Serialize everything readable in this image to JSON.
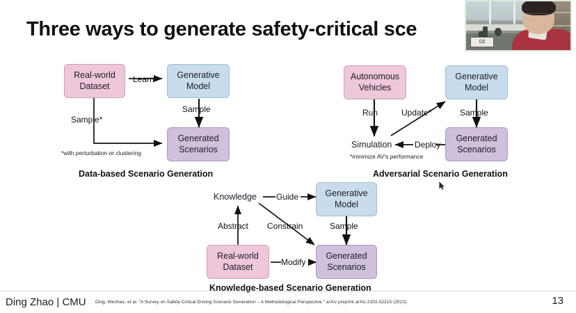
{
  "slide": {
    "title": "Three ways to generate safety-critical sce",
    "page_number": "13",
    "author": "Ding Zhao | CMU",
    "citation": "Ding, Wenhao, et al. \"A Survey on Safety-Critical Driving Scenario Generation – A Methodological Perspective.\" arXiv preprint arXiv:2202.02215 (2022).",
    "colors": {
      "pink": "#eec8da",
      "blue": "#c8dcec",
      "purple": "#cfc0dc",
      "background": "#ffffff"
    }
  },
  "webcam": {
    "name_badge": "DZ"
  },
  "diagrams": [
    {
      "id": "data-based",
      "caption": "Data-based Scenario Generation",
      "nodes": [
        {
          "id": "dataset",
          "label_line1": "Real-world",
          "label_line2": "Dataset",
          "color": "pink"
        },
        {
          "id": "model",
          "label_line1": "Generative",
          "label_line2": "Model",
          "color": "blue"
        },
        {
          "id": "scenarios",
          "label_line1": "Generated",
          "label_line2": "Scenarios",
          "color": "purple"
        }
      ],
      "edges": [
        {
          "id": "learn",
          "label": "Learn",
          "from": "dataset",
          "to": "model"
        },
        {
          "id": "sample",
          "label": "Sample",
          "from": "model",
          "to": "scenarios"
        },
        {
          "id": "sample-star",
          "label": "Sample*",
          "from": "dataset",
          "to": "scenarios"
        }
      ],
      "footnote": "*with perturbation or clustering"
    },
    {
      "id": "adversarial",
      "caption": "Adversarial Scenario Generation",
      "nodes": [
        {
          "id": "av",
          "label_line1": "Autonomous",
          "label_line2": "Vehicles",
          "color": "pink"
        },
        {
          "id": "model",
          "label_line1": "Generative",
          "label_line2": "Model",
          "color": "blue"
        },
        {
          "id": "scenarios",
          "label_line1": "Generated",
          "label_line2": "Scenarios",
          "color": "purple"
        },
        {
          "id": "simulation",
          "label_line1": "Simulation",
          "label_line2": "",
          "color": "none"
        }
      ],
      "edges": [
        {
          "id": "run",
          "label": "Run",
          "from": "av",
          "to": "simulation"
        },
        {
          "id": "update",
          "label": "Update*",
          "from": "simulation",
          "to": "model"
        },
        {
          "id": "sample",
          "label": "Sample",
          "from": "model",
          "to": "scenarios"
        },
        {
          "id": "deploy",
          "label": "Deploy",
          "from": "scenarios",
          "to": "simulation"
        }
      ],
      "footnote": "*minimize AV's performance"
    },
    {
      "id": "knowledge-based",
      "caption": "Knowledge-based Scenario Generation",
      "nodes": [
        {
          "id": "knowledge",
          "label_line1": "Knowledge",
          "label_line2": "",
          "color": "none"
        },
        {
          "id": "model",
          "label_line1": "Generative",
          "label_line2": "Model",
          "color": "blue"
        },
        {
          "id": "dataset",
          "label_line1": "Real-world",
          "label_line2": "Dataset",
          "color": "pink"
        },
        {
          "id": "scenarios",
          "label_line1": "Generated",
          "label_line2": "Scenarios",
          "color": "purple"
        }
      ],
      "edges": [
        {
          "id": "guide",
          "label": "Guide",
          "from": "knowledge",
          "to": "model"
        },
        {
          "id": "abstract",
          "label": "Abstract",
          "from": "dataset",
          "to": "knowledge"
        },
        {
          "id": "constrain",
          "label": "Constrain",
          "from": "knowledge",
          "to": "scenarios"
        },
        {
          "id": "sample",
          "label": "Sample",
          "from": "model",
          "to": "scenarios"
        },
        {
          "id": "modify",
          "label": "Modify",
          "from": "dataset",
          "to": "scenarios"
        }
      ],
      "footnote": ""
    }
  ]
}
